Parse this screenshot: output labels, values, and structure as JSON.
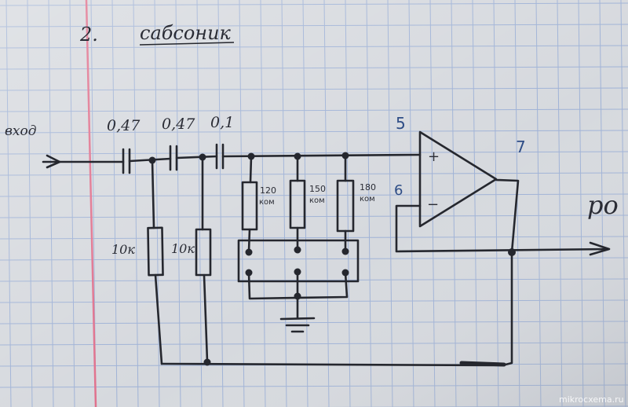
{
  "heading": {
    "number": "2.",
    "title": "сабсоник"
  },
  "input_label": "вход",
  "output_label": "ро",
  "capacitors": [
    "0,47",
    "0,47",
    "0,1"
  ],
  "pins": {
    "plus_input": "5",
    "output": "7",
    "minus_input": "6"
  },
  "opamp_signs": {
    "plus": "+",
    "minus": "−"
  },
  "resistors_left": [
    "10к",
    "10к"
  ],
  "resistors_bank": [
    {
      "value": "120",
      "unit": "ком"
    },
    {
      "value": "150",
      "unit": "ком"
    },
    {
      "value": "180",
      "unit": "ком"
    }
  ],
  "watermark": "mikrocxema.ru",
  "colors": {
    "paper": "#d6d9de",
    "grid": "#9fb2d6",
    "margin_line": "#e0708c",
    "ink": "#25272e",
    "blue_ink": "#2e4d86"
  }
}
